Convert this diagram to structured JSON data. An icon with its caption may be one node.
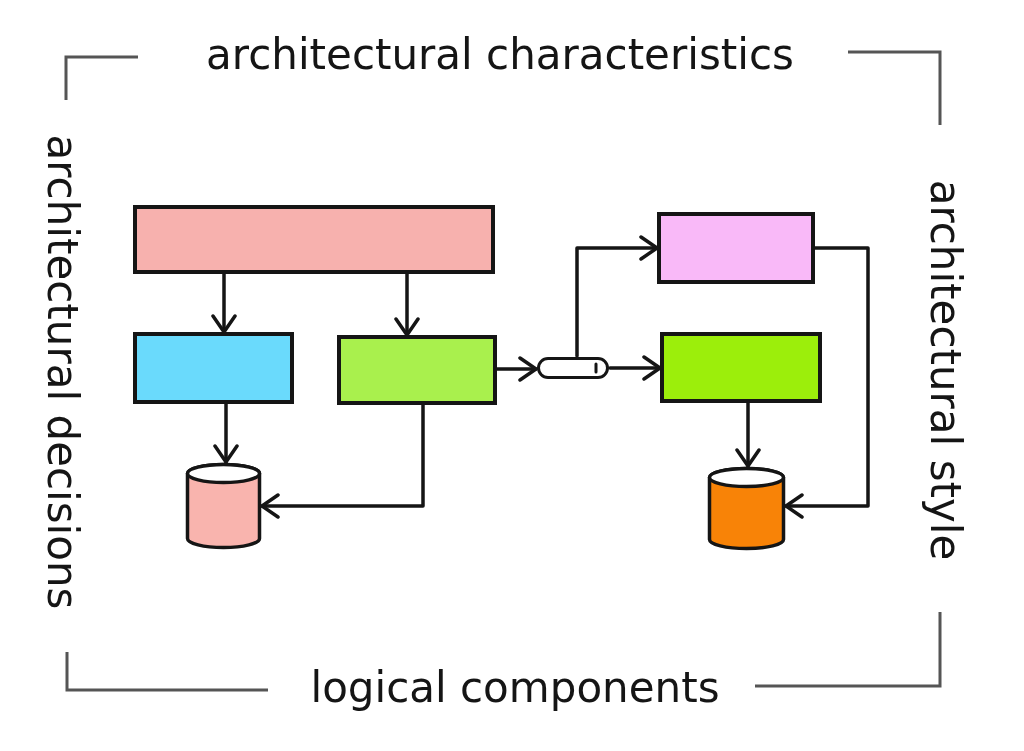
{
  "diagram": {
    "nodes": [
      {
        "text": [],
        "shape": "box"
      },
      {
        "text": [],
        "shape": "box"
      },
      {
        "text": [],
        "shape": "box"
      },
      {
        "text": [],
        "shape": "box"
      },
      {
        "text": [],
        "shape": "cylinder"
      },
      {
        "text": [],
        "shape": "box"
      },
      {
        "text": [],
        "shape": "cylinder"
      },
      {
        "text": [],
        "shape": "cylinder"
      }
    ],
    "edges": [
      {
        "from": 0,
        "to": 2,
        "arrow": "to"
      },
      {
        "from": 0,
        "to": 3,
        "arrow": "to"
      },
      {
        "from": 3,
        "to": 4,
        "arrow": "to"
      },
      {
        "from": 4,
        "to": 1,
        "arrow": "to"
      },
      {
        "from": 4,
        "to": 5,
        "arrow": "to"
      },
      {
        "from": 2,
        "to": 6,
        "arrow": "to"
      },
      {
        "from": 3,
        "to": 6,
        "arrow": "to"
      },
      {
        "from": 5,
        "to": 7,
        "arrow": "to"
      },
      {
        "from": 1,
        "to": 7,
        "arrow": "to"
      }
    ],
    "labels": [
      "architectural characteristics",
      "architectural decisions",
      "architectural style",
      "logical components"
    ]
  }
}
